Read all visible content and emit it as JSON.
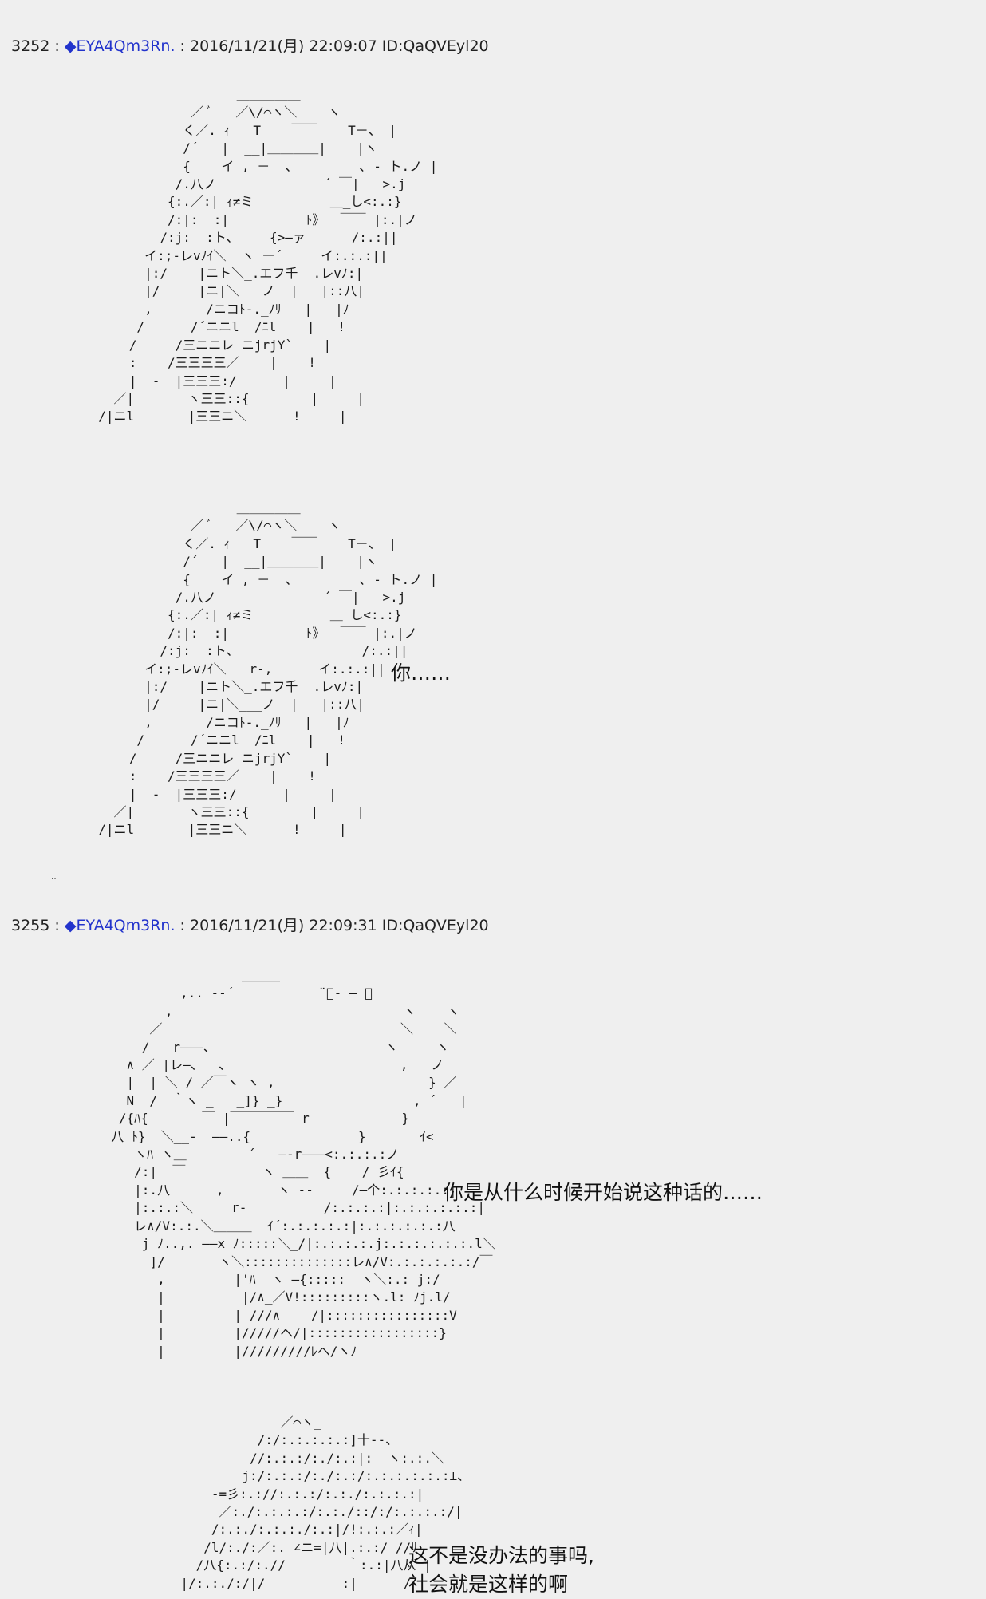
{
  "posts": [
    {
      "number": "3252",
      "sep": " : ",
      "name": "◆EYA4Qm3Rn.",
      "meta": " : 2016/11/21(月) 22:09:07 ID:QaQVEyl20",
      "art1": "                    ＿＿＿＿＿\n              ／ ﾞ   ／\\/⌒ヽ＼    ヽ\n             く／. ｨ   T    ￣￣    T－、 |\n             /´   |  __|＿＿＿＿|    |ヽ\n             {    イ , －  、        ､ - ト.ノ |\n            /.八ノ              ´ ￣|   >.j\n           {:.／:| ｨ≠ミ          ＿_し<:.:}\n           /:|:  :|          ﾄ》  ￣￣ |:.|ノ\n          /:j:  :ト、    {>―ァ      /:.:||\n        イ:;-レvﾉｲ＼  ヽ ー´     イ:.:.:||\n        |:/    |ニト＼_.エフ千  .レvﾉ:|\n        |/     |ニ|＼___ノ  |   |::八|\n        ,       /ニコﾄ-._ﾉﾘ   |   |ﾉ\n       /      /´ニニl  /ﾆl    |   !\n      /     /三ニニレ ニjrjY`    |\n      :    /三三三三／    |    !\n      |  -  |三三三:/      |     |\n    ／|       ヽ三三::{        |     |\n  /|ニl       |三三ニ＼      !     |",
      "art2": "                    ＿＿＿＿＿\n              ／ ﾞ   ／\\/⌒ヽ＼    ヽ\n             く／. ｨ   T    ￣￣    T－、 |\n             /´   |  __|＿＿＿＿|    |ヽ\n             {    イ , －  、        ､ - ト.ノ |\n            /.八ノ              ´ ￣|   >.j\n           {:.／:| ｨ≠ミ          ＿_し<:.:}\n           /:|:  :|          ﾄ》  ￣￣ |:.|ノ\n          /:j:  :ト、                /:.:||\n        イ:;-レvﾉｲ＼   r-,      イ:.:.:||\n        |:/    |ニト＼_.エフ千  .レvﾉ:|\n        |/     |ニ|＼___ノ  |   |::八|\n        ,       /ニコﾄ-._ﾉﾘ   |   |ﾉ\n       /      /´ニニl  /ﾆl    |   !\n      /     /三ニニレ ニjrjY`    |\n      :    /三三三三／    |    !\n      |  -  |三三三:/      |     |\n    ／|       ヽ三三::{        |     |\n  /|ニl       |三三ニ＼      !     |",
      "speech": "你……",
      "tiny": "‥"
    },
    {
      "number": "3255",
      "sep": " : ",
      "name": "◆EYA4Qm3Rn.",
      "meta": " : 2016/11/21(月) 22:09:31 ID:QaQVEyl20",
      "art1": "                   ＿＿＿\n           ,.. -‐´           ¨ﾞ- ― 、\n         ,                              ヽ    ヽ\n       ／                               ＼    ＼\n      /   r―――、                      ヽ     ヽ\n    ∧ ／ |レ―、  、                      ,   ノ\n    |  | ＼ / ／￣ヽ ヽ ,                    } ／\n    N  /  ｀ヽ _   _]} _}                 , ´   |\n   /{ﾊ{       ￣ |￣￣￣￣￣ r            }\n  八 ﾄ}  ＼__-  ――..{              }       ｲ<\n     ヽﾊ ヽ＿        ´   ―-r―――<:.:.:.:ノ\n     /:|  ￣          ヽ ＿＿  {    /_彡ｲ{\n     |:.八      ,       ヽ ‐‐     /―个:.:.:.:.:|\n     |:.:.:＼     r-          /:.:.:.:|:.:.:.:.:.:|\n     レ∧/V:.:.＼＿＿＿  ｲ´:.:.:.:.:|:.:.:.:.:.:八\n      j ﾉ..,. ――x ﾉ:::::＼_/|:.:.:.:.j:.:.:.:.:.:.l＼\n       ]/       ヽ＼::::::::::::::レ∧/V:.:.:.:.:.:/￣\n        ,         |'ﾊ  ヽ ―{:::::  ヽ＼:.: j:/\n        |          |/∧_／V!:::::::::ヽ.l: ﾉj.l/\n        |         | ///∧    /|::::::::::::::::V\n        |         |/////ヘ/|:::::::::::::::::}\n        |         |/////////ﾚヘ/ヽﾉ",
      "speech": "你是从什么时候开始说这种话的……"
    },
    {
      "art": "                       ／⌒ヽ_\n                    /:/:.:.:.:.:]十‐‐、\n                   //:.:.:/:./:.:|:  ヽ:.:.＼\n                  j:/:.:.:/:./:.:/:.:.:.:.:.:⊥、\n              ‐=彡:.://:.:.:/:.:./:.:.:.:|\n               ／:./:.:.:.:/:.:./::/:/:.:.:.:/|\n              /:.:./:.:.:./:.:|/!:.:.:／ｨ|\n             /l/:./:／:. ∠ニ=|八|.:.:/ //ﾘ\n            /八{:.:/:.//        ｀:.:|八从 |\n          |/:.:./:/|/          :|      /",
      "speech": "这不是没办法的事吗,\n社会就是这样的啊"
    }
  ]
}
